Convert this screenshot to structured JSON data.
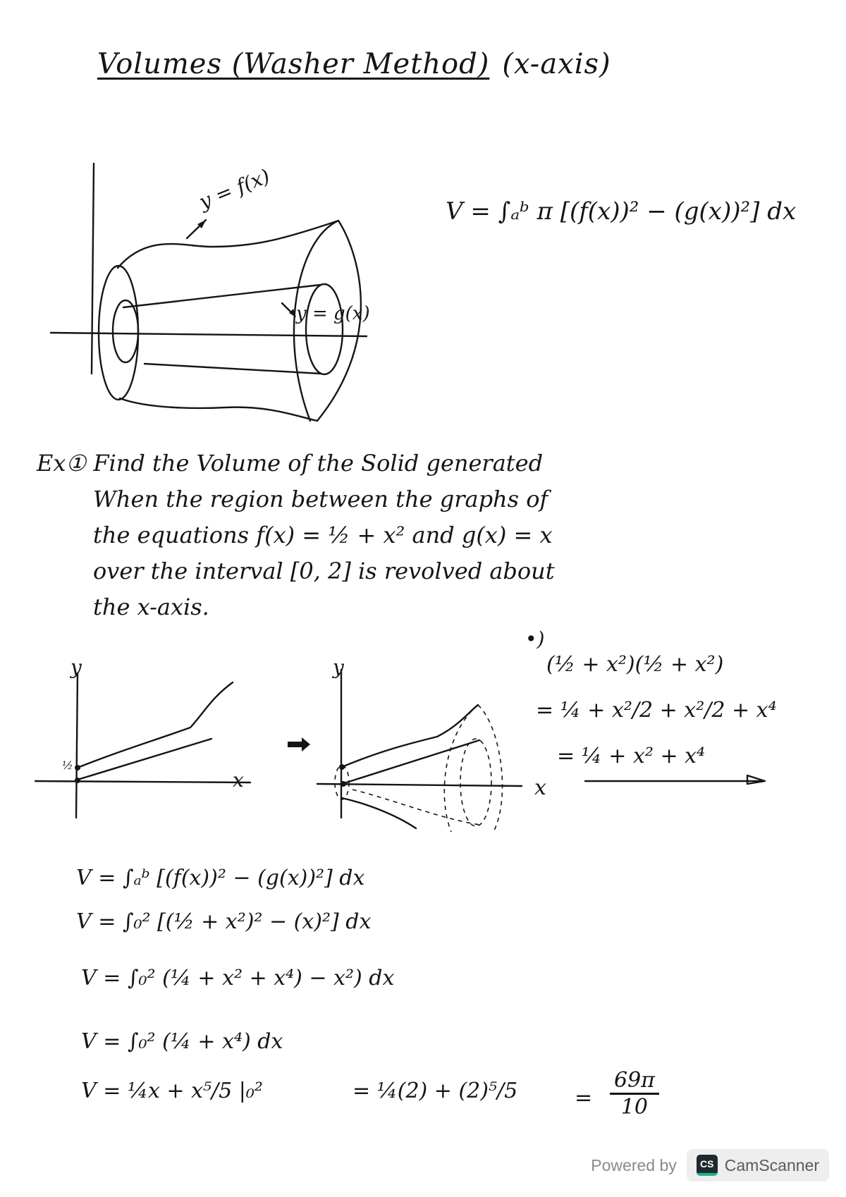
{
  "title": {
    "main": "Volumes (Washer Method)",
    "sub": "(x-axis)"
  },
  "diagram1": {
    "label_f": "y = f(x)",
    "label_g": "y = g(x)"
  },
  "formula": {
    "text": "V = ∫ₐᵇ π [(f(x))² − (g(x))²] dx"
  },
  "problem": {
    "label": "Ex①",
    "lines": [
      "Find the Volume of the Solid generated",
      "When the region between the graphs of",
      "the equations f(x) = ½ + x² and g(x) = x",
      "over the interval [0, 2] is revolved about",
      "the x-axis."
    ]
  },
  "graph1": {
    "y_label": "y",
    "x_label": "x",
    "tick_label": "½",
    "arrow": "⇒"
  },
  "graph2": {
    "y_label": "y",
    "x_label": "x"
  },
  "side_work": {
    "bullet": "•)",
    "lines": [
      "(½ + x²)(½ + x²)",
      "= ¼ + x²/2 + x²/2 + x⁴",
      "= ¼ + x² + x⁴"
    ]
  },
  "solution": {
    "lines": [
      "V = ∫ₐᵇ [(f(x))² − (g(x))²] dx",
      "V = ∫₀² [(½ + x²)² − (x)²] dx",
      "V = ∫₀² (¼ + x² + x⁴) − x²) dx",
      "V = ∫₀² (¼ + x⁴) dx",
      "V = ¼x + x⁵/5 |₀²"
    ],
    "eval": "= ¼(2) + (2)⁵/5",
    "result_eq": "=",
    "result_num": "69π",
    "result_den": "10"
  },
  "footer": {
    "powered_by": "Powered by",
    "logo_text": "CS",
    "brand": "CamScanner",
    "logo_color": "#1f2a2e",
    "accent_color": "#19b394"
  }
}
